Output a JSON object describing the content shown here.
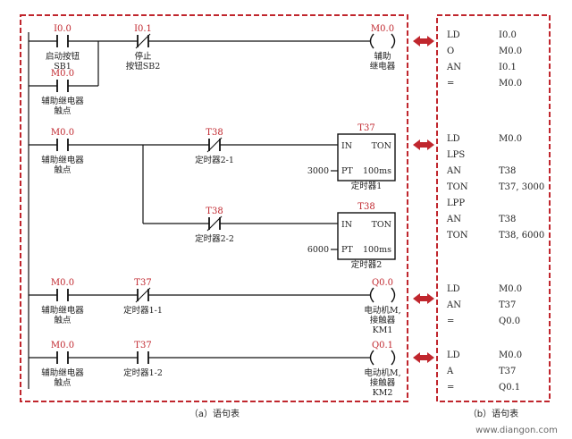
{
  "colors": {
    "address": "#c0262d",
    "frame_border": "#c0262d",
    "arrow": "#c0262d",
    "wire": "#111111"
  },
  "rungs": [
    {
      "contacts": [
        {
          "addr": "I0.0",
          "label": "启动按钮\nSB1",
          "type": "NO"
        },
        {
          "addr": "I0.1",
          "label": "停止\n按钮SB2",
          "type": "NC"
        }
      ],
      "parallel": {
        "addr": "M0.0",
        "label": "辅助继电器\n触点",
        "type": "NO"
      },
      "coil": {
        "addr": "M0.0",
        "label": "辅助\n继电器"
      }
    },
    {
      "contacts": [
        {
          "addr": "M0.0",
          "label": "辅助继电器\n触点",
          "type": "NO"
        }
      ],
      "branches": [
        {
          "contact": {
            "addr": "T38",
            "label": "定时器2-1",
            "type": "NC"
          },
          "timer": {
            "addr": "T37",
            "in": "IN",
            "ton": "TON",
            "pt": "PT",
            "base": "100ms",
            "preset": "3000",
            "name": "定时器1"
          }
        },
        {
          "contact": {
            "addr": "T38",
            "label": "定时器2-2",
            "type": "NC"
          },
          "timer": {
            "addr": "T38",
            "in": "IN",
            "ton": "TON",
            "pt": "PT",
            "base": "100ms",
            "preset": "6000",
            "name": "定时器2"
          }
        }
      ]
    },
    {
      "contacts": [
        {
          "addr": "M0.0",
          "label": "辅助继电器\n触点",
          "type": "NO"
        },
        {
          "addr": "T37",
          "label": "定时器1-1",
          "type": "NC"
        }
      ],
      "coil": {
        "addr": "Q0.0",
        "label": "电动机M,\n接触器\nKM1"
      }
    },
    {
      "contacts": [
        {
          "addr": "M0.0",
          "label": "辅助继电器\n触点",
          "type": "NO"
        },
        {
          "addr": "T37",
          "label": "定时器1-2",
          "type": "NO"
        }
      ],
      "coil": {
        "addr": "Q0.1",
        "label": "电动机M,\n接触器\nKM2"
      }
    }
  ],
  "statements": [
    [
      [
        "LD",
        "I0.0"
      ],
      [
        "O",
        "M0.0"
      ],
      [
        "AN",
        "I0.1"
      ],
      [
        "=",
        "M0.0"
      ]
    ],
    [
      [
        "LD",
        "M0.0"
      ],
      [
        "LPS",
        ""
      ],
      [
        "AN",
        "T38"
      ],
      [
        "TON",
        "T37, 3000"
      ],
      [
        "LPP",
        ""
      ],
      [
        "AN",
        "T38"
      ],
      [
        "TON",
        "T38, 6000"
      ]
    ],
    [
      [
        "LD",
        "M0.0"
      ],
      [
        "AN",
        "T37"
      ],
      [
        "=",
        "Q0.0"
      ]
    ],
    [
      [
        "LD",
        "M0.0"
      ],
      [
        "A",
        "T37"
      ],
      [
        "=",
        "Q0.1"
      ]
    ]
  ],
  "captions": {
    "left": "（a）语句表",
    "right": "（b）语句表"
  },
  "watermark": "www.diangon.com"
}
